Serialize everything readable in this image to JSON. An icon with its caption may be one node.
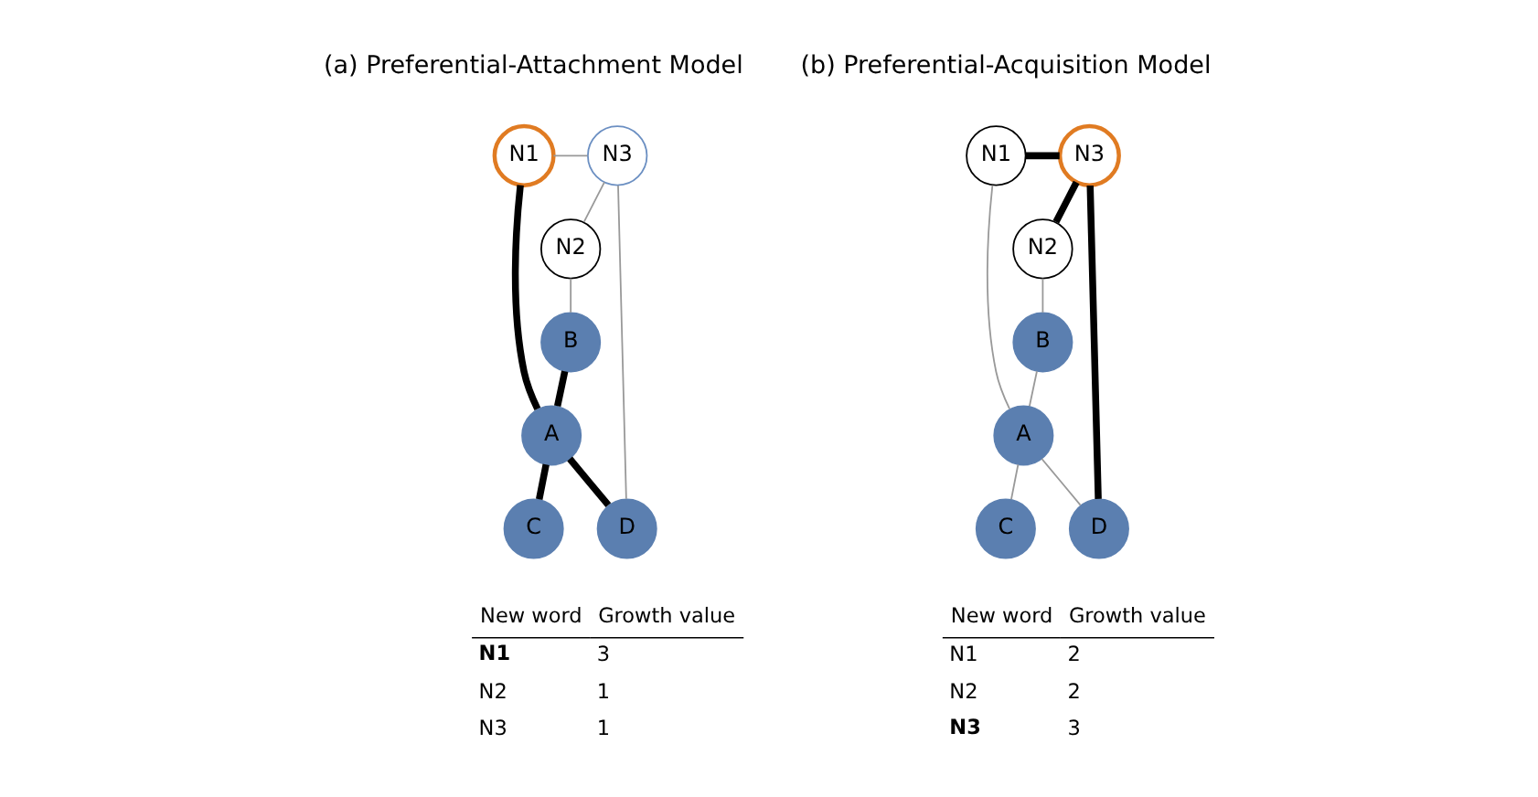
{
  "diagram": {
    "nodes": [
      {
        "text": [
          "N1"
        ]
      },
      {
        "text": [
          "N2"
        ]
      },
      {
        "text": [
          "N3"
        ]
      },
      {
        "text": [
          "B"
        ]
      },
      {
        "text": [
          "C"
        ]
      },
      {
        "text": [
          "A"
        ]
      },
      {
        "text": [
          "D"
        ]
      },
      {
        "text": [
          "N1"
        ]
      },
      {
        "text": [
          "N2"
        ]
      },
      {
        "text": [
          "N3"
        ]
      },
      {
        "text": [
          "B"
        ]
      },
      {
        "text": [
          "C"
        ]
      },
      {
        "text": [
          "A"
        ]
      },
      {
        "text": [
          "D"
        ]
      }
    ],
    "edges": [
      {
        "from": 0,
        "to": 2,
        "arrow": "none"
      },
      {
        "from": 2,
        "to": 1,
        "arrow": "none"
      },
      {
        "from": 2,
        "to": 6,
        "arrow": "none"
      },
      {
        "from": 1,
        "to": 3,
        "arrow": "none"
      },
      {
        "from": 0,
        "to": 5,
        "arrow": "none",
        "style": "thick",
        "color": "#000000"
      },
      {
        "from": 3,
        "to": 5,
        "arrow": "none",
        "style": "thick",
        "color": "#000000"
      },
      {
        "from": 5,
        "to": 4,
        "arrow": "none",
        "style": "thick",
        "color": "#000000"
      },
      {
        "from": 5,
        "to": 6,
        "arrow": "none",
        "style": "thick",
        "color": "#000000"
      },
      {
        "from": 7,
        "to": 9,
        "arrow": "none",
        "style": "thick",
        "color": "#000000"
      },
      {
        "from": 9,
        "to": 8,
        "arrow": "none",
        "style": "thick",
        "color": "#000000"
      },
      {
        "from": 9,
        "to": 13,
        "arrow": "none",
        "style": "thick",
        "color": "#000000"
      },
      {
        "from": 7,
        "to": 12,
        "arrow": "none"
      },
      {
        "from": 8,
        "to": 10,
        "arrow": "none"
      },
      {
        "from": 10,
        "to": 12,
        "arrow": "none"
      },
      {
        "from": 12,
        "to": 11,
        "arrow": "none"
      },
      {
        "from": 12,
        "to": 13,
        "arrow": "none"
      }
    ],
    "labels": [
      "(a) Preferential-Attachment Model",
      "New word",
      "Growth value",
      "**N1**",
      "3",
      "N2",
      "1",
      "N3",
      "1",
      "(b) Preferential-Acquisition Model",
      "New word",
      "Growth value",
      "N1",
      "2",
      "N2",
      "2",
      "**N3**",
      "3"
    ]
  }
}
